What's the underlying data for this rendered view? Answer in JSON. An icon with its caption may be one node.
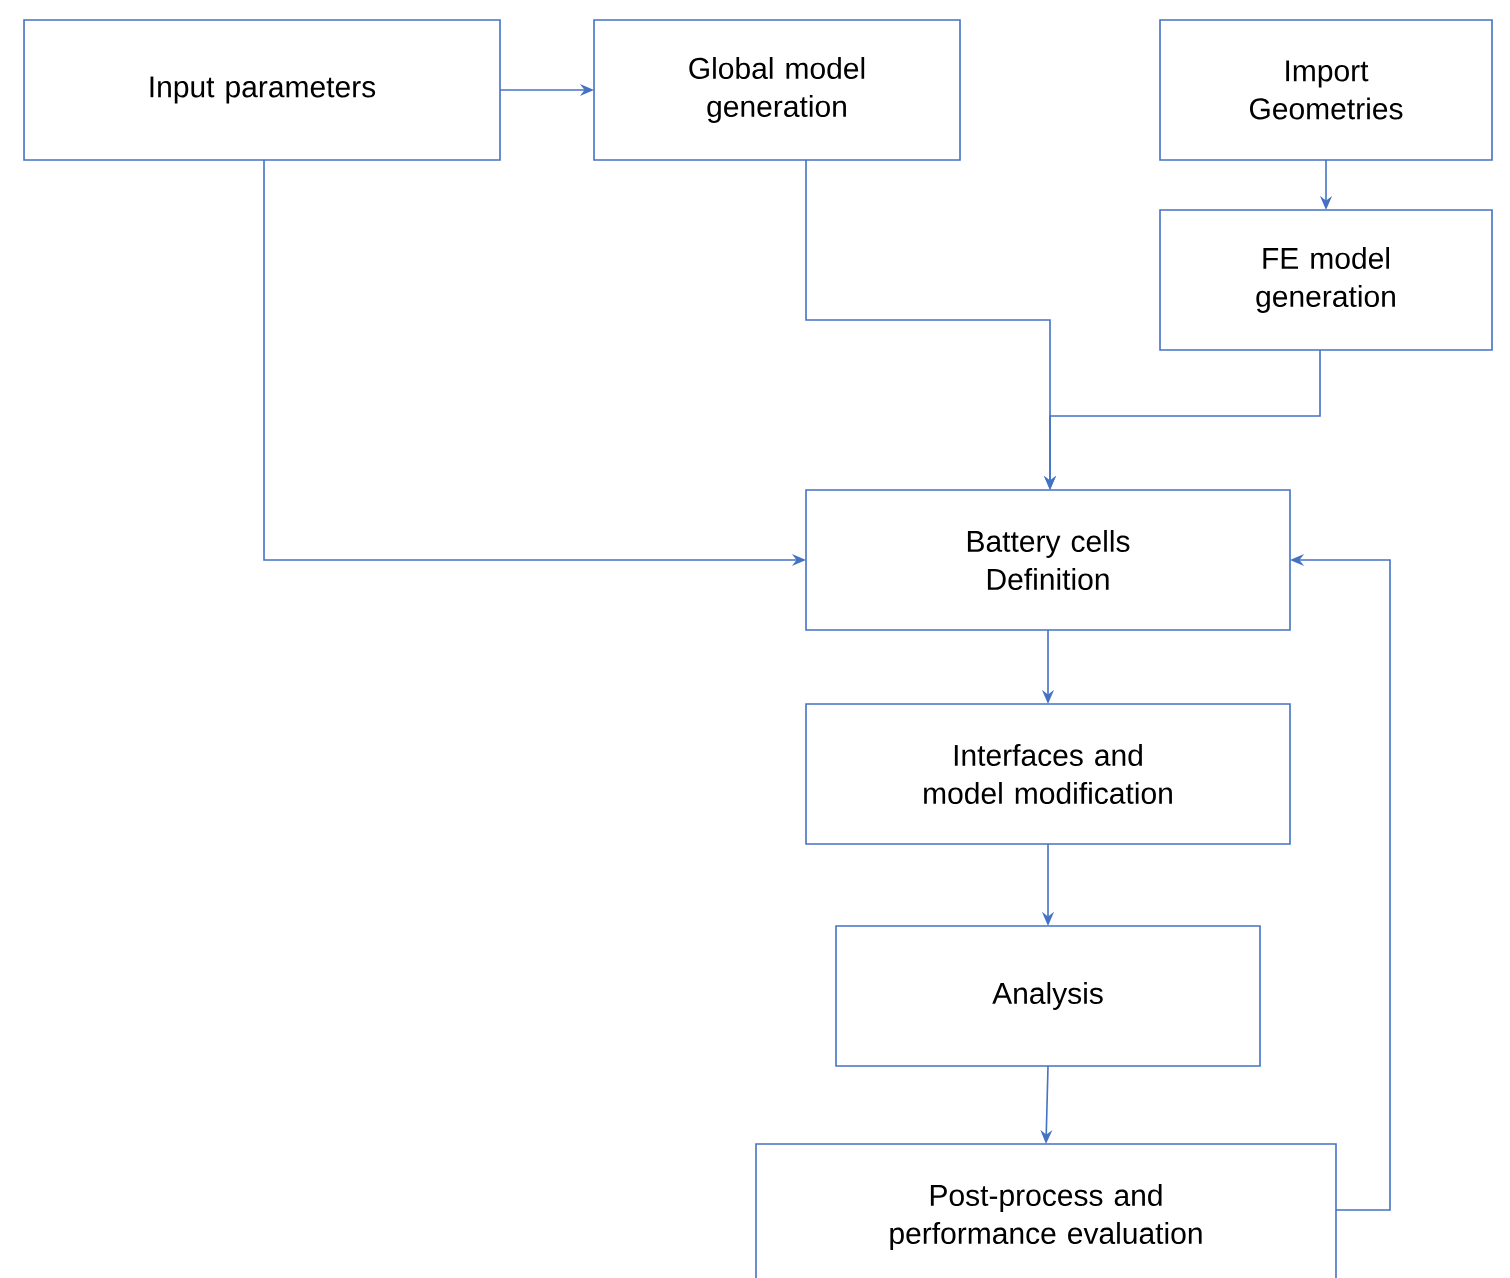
{
  "diagram": {
    "nodes": [
      {
        "text": [
          "Input parameters"
        ]
      },
      {
        "text": [
          "Global model generation"
        ]
      },
      {
        "text": [
          "Import Geometries"
        ]
      },
      {
        "text": [
          "FE model generation"
        ]
      },
      {
        "text": [
          "Battery cells Definition"
        ]
      },
      {
        "text": [
          "Interfaces and model modification"
        ]
      },
      {
        "text": [
          "Analysis"
        ]
      },
      {
        "text": [
          "Post-process and performance evaluation"
        ]
      }
    ],
    "edges": [
      {
        "from": 0,
        "to": 1,
        "arrow": "to"
      },
      {
        "from": 2,
        "to": 3,
        "arrow": "to"
      },
      {
        "from": 1,
        "to": 4,
        "arrow": "to"
      },
      {
        "from": 3,
        "to": 4,
        "arrow": "to"
      },
      {
        "from": 0,
        "to": 4,
        "arrow": "to"
      },
      {
        "from": 4,
        "to": 5,
        "arrow": "to"
      },
      {
        "from": 5,
        "to": 6,
        "arrow": "to"
      },
      {
        "from": 6,
        "to": 7,
        "arrow": "to"
      },
      {
        "from": 7,
        "to": 4,
        "arrow": "to"
      }
    ]
  }
}
